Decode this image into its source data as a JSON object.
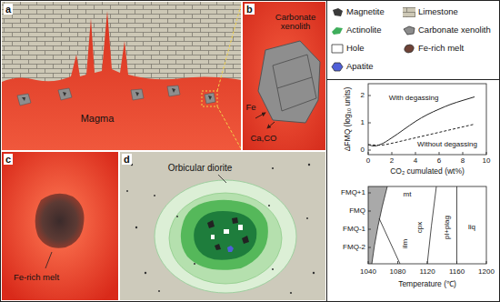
{
  "diagram": {
    "nodes": [
      {
        "text": [
          "a",
          "Magma"
        ]
      },
      {
        "text": [
          "b",
          "Carbonate xenolith",
          "Fe",
          "Ca,CO"
        ]
      },
      {
        "text": [
          "c",
          "Fe-rich melt"
        ]
      },
      {
        "text": [
          "d",
          "Orbicular diorite"
        ]
      }
    ],
    "labels": [
      "0",
      "2",
      "4",
      "6",
      "8",
      "10",
      "0",
      "1",
      "2",
      "CO₂ cumulated (wt%)",
      "ΔFMQ (log₁₀ units)",
      "With degassing",
      "Without degassing",
      "FMQ+1",
      "FMQ",
      "FMQ-1",
      "FMQ-2",
      "1040",
      "1080",
      "1120",
      "1160",
      "1200",
      "Temperature (℃)",
      "mt",
      "ilm",
      "cpx",
      "pl+plag",
      "liq"
    ],
    "legend": [
      {
        "text": "Magnetite",
        "color": "#3a3a3a"
      },
      {
        "text": "Limestone"
      },
      {
        "text": "Actinolite",
        "color": "#3fae5c"
      },
      {
        "text": "Carbonate xenolith",
        "color": "#8c8c8c"
      },
      {
        "text": "Hole",
        "color": "#ffffff"
      },
      {
        "text": "Fe-rich melt",
        "color": "#6e4236"
      },
      {
        "text": "Apatite",
        "color": "#4f5fd8"
      }
    ]
  }
}
